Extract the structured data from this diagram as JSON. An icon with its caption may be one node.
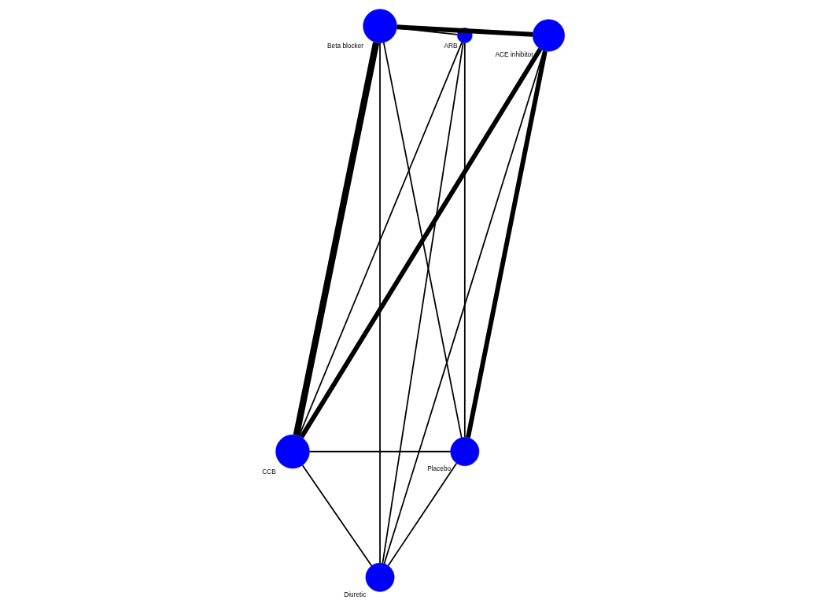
{
  "diagram": {
    "nodes": [
      {
        "text": [
          "Beta blocker"
        ]
      },
      {
        "text": [
          "ARB"
        ]
      },
      {
        "text": [
          "CCB"
        ]
      },
      {
        "text": [
          "ACE inhibitor"
        ]
      },
      {
        "text": [
          "Diuretic"
        ]
      },
      {
        "text": [
          "Placebo"
        ]
      }
    ],
    "edges": [
      {
        "from": 0,
        "to": 1,
        "arrow": "none"
      },
      {
        "from": 0,
        "to": 2,
        "arrow": "none",
        "style": "thick"
      },
      {
        "from": 0,
        "to": 3,
        "arrow": "none",
        "style": "thick"
      },
      {
        "from": 0,
        "to": 4,
        "arrow": "none"
      },
      {
        "from": 0,
        "to": 5,
        "arrow": "none"
      },
      {
        "from": 1,
        "to": 2,
        "arrow": "none"
      },
      {
        "from": 1,
        "to": 4,
        "arrow": "none"
      },
      {
        "from": 1,
        "to": 5,
        "arrow": "none"
      },
      {
        "from": 2,
        "to": 3,
        "arrow": "none",
        "style": "thick"
      },
      {
        "from": 2,
        "to": 4,
        "arrow": "none"
      },
      {
        "from": 2,
        "to": 5,
        "arrow": "none"
      },
      {
        "from": 3,
        "to": 4,
        "arrow": "none"
      },
      {
        "from": 3,
        "to": 5,
        "arrow": "none",
        "style": "thick"
      },
      {
        "from": 4,
        "to": 5,
        "arrow": "none"
      }
    ]
  }
}
